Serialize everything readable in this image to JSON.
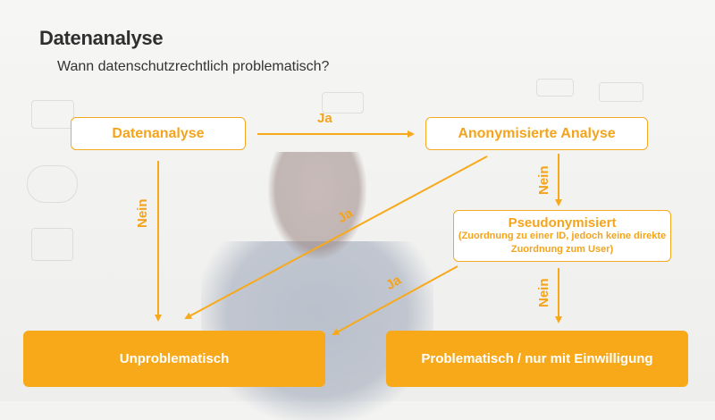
{
  "slide": {
    "title": "Datenanalyse",
    "subtitle": "Wann datenschutzrechtlich problematisch?"
  },
  "nodes": {
    "datenanalyse": "Datenanalyse",
    "anonymisiert": "Anonymisierte Analyse",
    "pseudonymisiert": "Pseudonymisiert",
    "pseudonymisiert_detail_1": "(Zuordnung zu einer ID, jedoch keine direkte",
    "pseudonymisiert_detail_2": "Zuordnung zum User)",
    "unproblematisch": "Unproblematisch",
    "problematisch": "Problematisch / nur mit Einwilligung"
  },
  "edges": {
    "ja": "Ja",
    "nein": "Nein"
  },
  "colors": {
    "accent": "#f8a91a",
    "text_dark": "#2f2f2f",
    "box_bg": "#ffffff"
  }
}
